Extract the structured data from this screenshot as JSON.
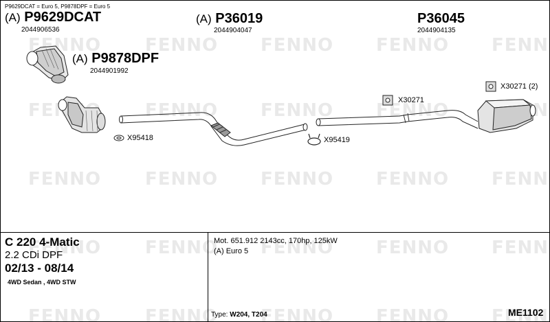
{
  "watermark": "FENNO",
  "header_note": "P9629DCAT = Euro 5, P9878DPF = Euro 5",
  "parts": [
    {
      "prefix": "(A)",
      "code": "P9629DCAT",
      "number": "2044906536"
    },
    {
      "prefix": "(A)",
      "code": "P9878DPF",
      "number": "2044901992"
    },
    {
      "prefix": "(A)",
      "code": "P36019",
      "number": "2044904047"
    },
    {
      "prefix": "",
      "code": "P36045",
      "number": "2044904135"
    }
  ],
  "fittings": [
    {
      "label": "X95418"
    },
    {
      "label": "X95419"
    },
    {
      "label": "X30271"
    },
    {
      "label": "X30271 (2)"
    }
  ],
  "vehicle": {
    "model": "C 220 4-Matic",
    "engine": "2.2 CDi DPF",
    "dates": "02/13 - 08/14",
    "body": "4WD Sedan , 4WD STW"
  },
  "spec": {
    "motor": "Mot. 651.912 2143cc, 170hp, 125kW",
    "euro": "(A) Euro 5",
    "type_label": "Type:",
    "type_value": "W204, T204"
  },
  "reference": "ME1102"
}
